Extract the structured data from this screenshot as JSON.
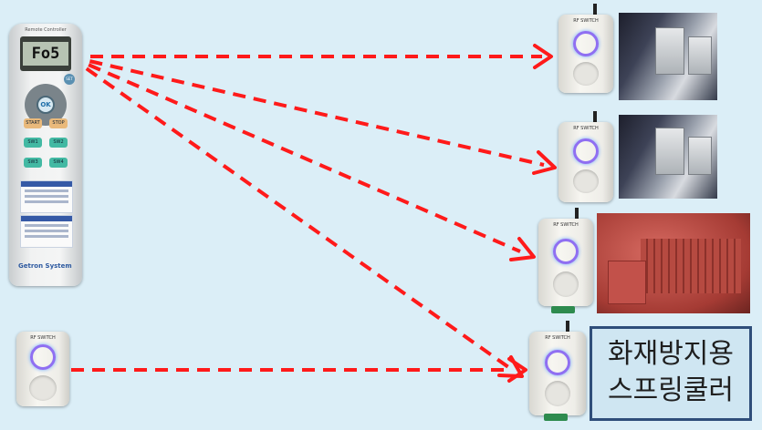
{
  "remote": {
    "header": "Remote Controller",
    "display": "Fo5",
    "set_label": "SET",
    "ok_label": "OK",
    "start_label": "START",
    "stop_label": "STOP",
    "sw1_label": "SW1",
    "sw2_label": "SW2",
    "sw3_label": "SW3",
    "sw4_label": "SW4",
    "brand": "Getron System"
  },
  "devices": [
    {
      "title": "RF SWITCH"
    },
    {
      "title": "RF SWITCH"
    },
    {
      "title": "RF SWITCH"
    },
    {
      "title": "RF SWITCH"
    }
  ],
  "small_switch": {
    "title": "RF SWITCH"
  },
  "label_box": {
    "line1": "화재방지용",
    "line2": "스프링쿨러"
  },
  "colors": {
    "arrow": "#ff1a1a",
    "background": "#dbeef7",
    "label_border": "#2f4e7a"
  }
}
